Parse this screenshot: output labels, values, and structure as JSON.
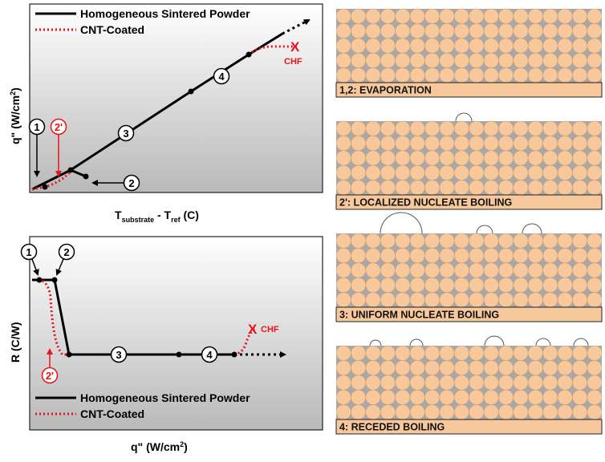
{
  "top_plot": {
    "y_axis_label": "q\" (W/cm",
    "y_axis_sup": "2",
    "y_axis_close": ")",
    "x_axis_main": "T",
    "x_axis_sub1": "substrate",
    "x_axis_mid": " - T",
    "x_axis_sub2": "ref",
    "x_axis_end": " (C)",
    "legend": [
      {
        "label": "Homogeneous Sintered Powder",
        "color": "#000000",
        "style": "solid"
      },
      {
        "label": "CNT-Coated",
        "color": "#e8141b",
        "style": "dotted"
      }
    ],
    "markers": [
      "1",
      "2'",
      "3",
      "4",
      "2"
    ],
    "chf_symbol": "X",
    "chf_label": "CHF"
  },
  "bottom_plot": {
    "y_axis_label": "R (C/W)",
    "x_axis_label": "q\" (W/cm",
    "x_axis_sup": "2",
    "x_axis_close": ")",
    "legend": [
      {
        "label": "Homogeneous Sintered Powder",
        "color": "#000000",
        "style": "solid"
      },
      {
        "label": "CNT-Coated",
        "color": "#e8141b",
        "style": "dotted"
      }
    ],
    "markers": [
      "1",
      "2",
      "3",
      "4",
      "2'"
    ],
    "chf_symbol": "X",
    "chf_label": "CHF"
  },
  "panels": [
    {
      "caption": "1,2: EVAPORATION",
      "bubbles": 0
    },
    {
      "caption": "2': LOCALIZED NUCLEATE BOILING",
      "bubbles": 1
    },
    {
      "caption": "3: UNIFORM NUCLEATE BOILING",
      "bubbles": 3
    },
    {
      "caption": "4: RECEDED BOILING",
      "bubbles": 5
    }
  ],
  "colors": {
    "particle": "#f7c89b",
    "particle_stroke": "#c79a6d",
    "caption_bg": "#f7c89b",
    "red": "#e8141b"
  }
}
